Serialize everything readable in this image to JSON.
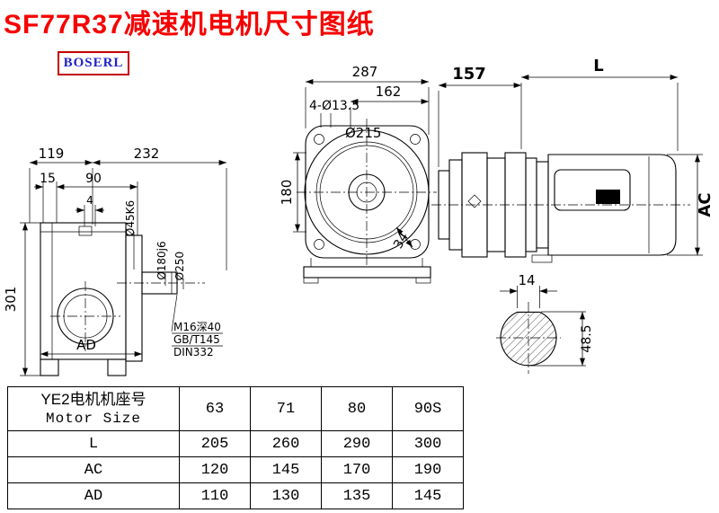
{
  "page": {
    "title": "SF77R37减速机电机尺寸图纸",
    "logo": "BOSERL"
  },
  "left_view": {
    "d119": "119",
    "d232": "232",
    "d15": "15",
    "d90": "90",
    "d4": "4",
    "d301": "301",
    "dAD": "AD",
    "shaft_dia": "Ø45K6",
    "flange_dia": "Ø180j6",
    "outer_dia": "Ø250",
    "thread_note": "M16深40",
    "std1": "GB/T145",
    "std2": "DIN332"
  },
  "front_view": {
    "d287": "287",
    "d162": "162",
    "holes": "4-Ø13.5",
    "dia": "Ø215",
    "d180": "180",
    "d34": "34"
  },
  "right_view": {
    "d157": "157",
    "dL": "L",
    "dAC": "AC"
  },
  "section_view": {
    "d14": "14",
    "d48_5": "48.5"
  },
  "table": {
    "header_cn": "YE2电机机座号",
    "header_en": "Motor Size",
    "sizes": [
      "63",
      "71",
      "80",
      "90S"
    ],
    "rows": [
      {
        "label": "L",
        "values": [
          "205",
          "260",
          "290",
          "300"
        ]
      },
      {
        "label": "AC",
        "values": [
          "120",
          "145",
          "170",
          "190"
        ]
      },
      {
        "label": "AD",
        "values": [
          "110",
          "130",
          "135",
          "145"
        ]
      }
    ]
  }
}
